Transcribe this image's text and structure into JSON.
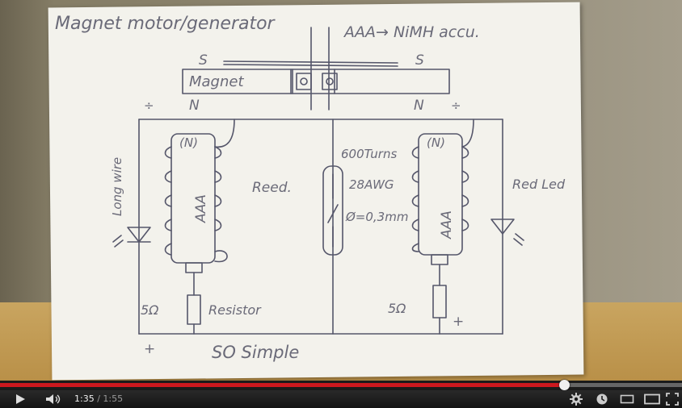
{
  "video": {
    "drawing": {
      "title": "Magnet motor/generator",
      "battery_note": "AAA→ NiMH accu.",
      "magnet_label": "Magnet",
      "pole_s_left": "S",
      "pole_s_right": "S",
      "pole_n_left": "N",
      "pole_n_right": "N",
      "coil_pole_left": "(N)",
      "coil_pole_right": "(N)",
      "battery_left": "AAA",
      "battery_right": "AAA",
      "reed_label": "Reed.",
      "turns": "600Turns",
      "awg": "28AWG",
      "diameter": "Ø=0,3mm",
      "long_wire": "Long wire",
      "red_led": "Red Led",
      "res_left": "5Ω",
      "res_right": "5Ω",
      "resistor_label": "Resistor",
      "plus_left": "+",
      "plus_right": "+",
      "minus_left": "÷",
      "minus_right": "÷",
      "caption": "SO Simple"
    }
  },
  "player": {
    "current_time": "1:35",
    "separator": "/",
    "duration": "1:55",
    "progress_played": 0.827,
    "progress_loaded": 1.0,
    "accent_color": "#cc181e",
    "icons": [
      "play-icon",
      "volume-icon",
      "settings-gear-icon",
      "watch-later-clock-icon",
      "small-player-icon",
      "large-player-icon",
      "fullscreen-icon"
    ]
  }
}
